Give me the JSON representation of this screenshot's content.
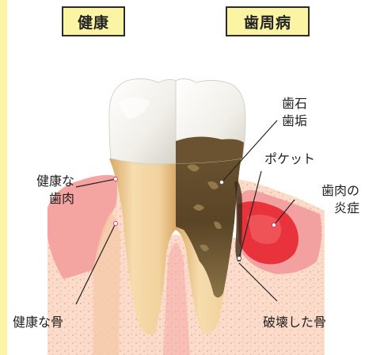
{
  "titles": {
    "healthy": "健康",
    "disease": "歯周病"
  },
  "labels": {
    "healthy_gum": [
      "健康な",
      "歯肉"
    ],
    "healthy_bone": "健康な骨",
    "tartar_plaque": [
      "歯石",
      "歯垢"
    ],
    "pocket": "ポケット",
    "inflamed_gum": [
      "歯肉の",
      "炎症"
    ],
    "destroyed_bone": "破壊した骨"
  },
  "colors": {
    "border_strip": "#fbf4a4",
    "title_fill": "#fbf4a4",
    "gum": "#f4a5a1",
    "inflamed_gum": "#e8323c",
    "bone": "#fbd9c6",
    "enamel": "#f4f1ea",
    "root": "#f1d09b",
    "tartar": "#5d4a2a"
  }
}
